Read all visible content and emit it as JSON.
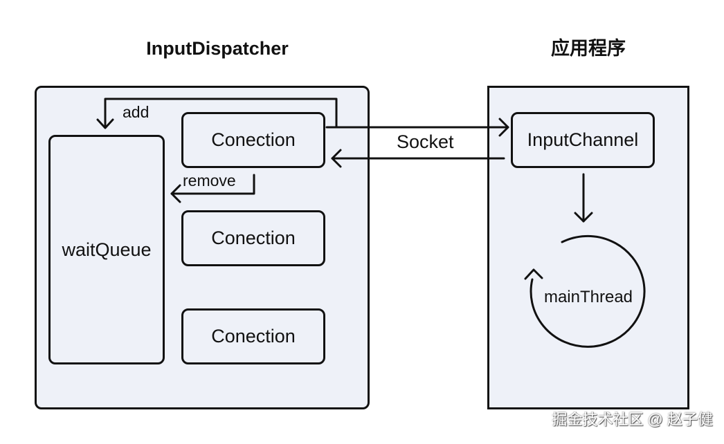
{
  "titles": {
    "left": "InputDispatcher",
    "right": "应用程序"
  },
  "dispatcher": {
    "wait_queue": "waitQueue",
    "connections": [
      "Conection",
      "Conection",
      "Conection"
    ],
    "add_label": "add",
    "remove_label": "remove"
  },
  "socket_label": "Socket",
  "app": {
    "input_channel": "InputChannel",
    "main_thread": "mainThread"
  },
  "watermark": "掘金技术社区 @ 赵子健",
  "colors": {
    "box_fill": "#eef1f8",
    "stroke": "#111111",
    "text": "#111111"
  }
}
